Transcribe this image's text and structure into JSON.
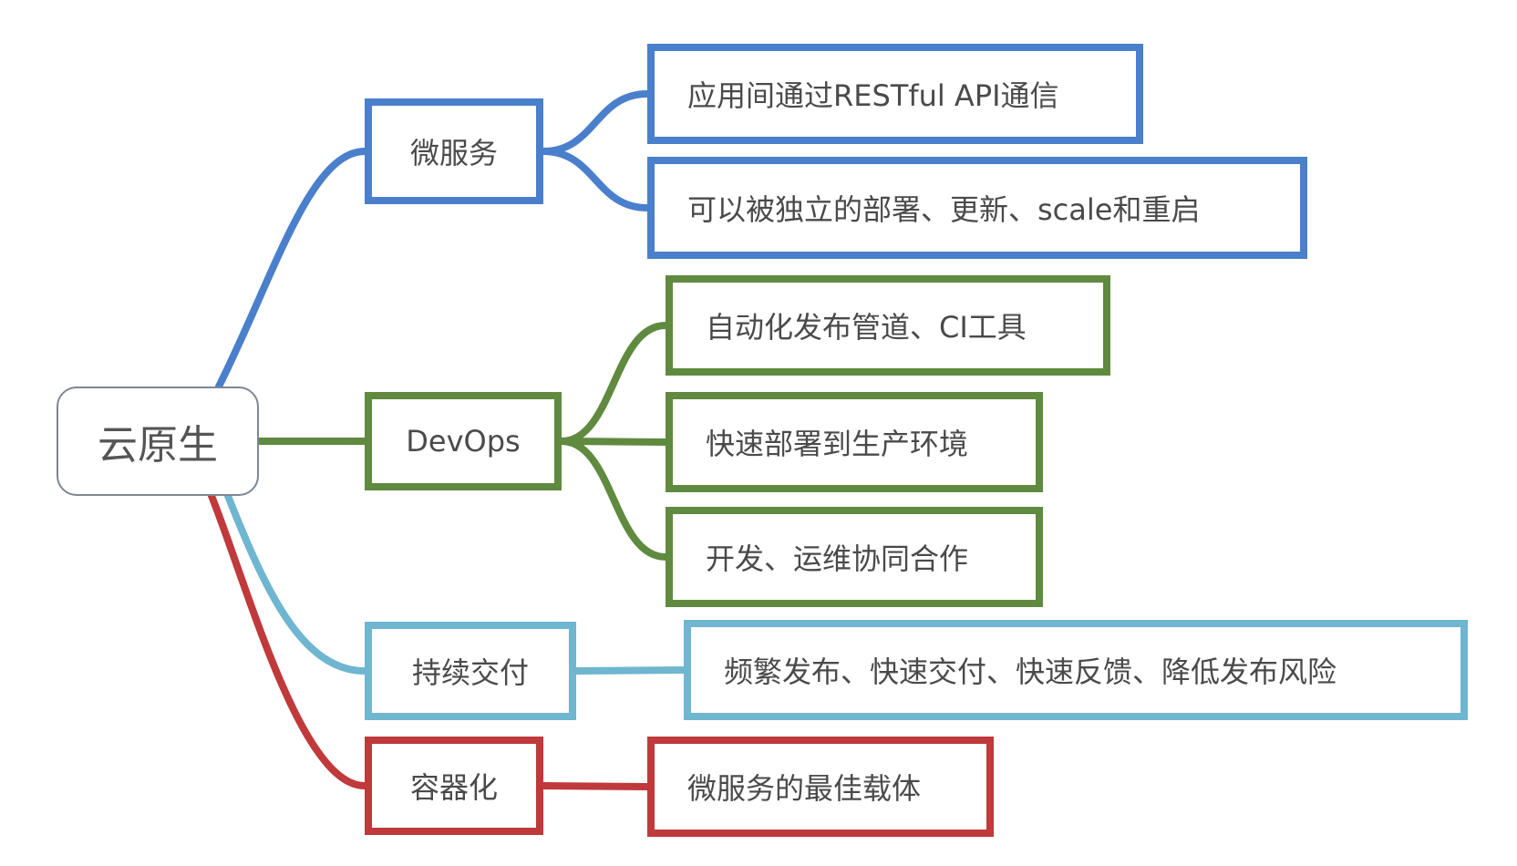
{
  "colors": {
    "root_border": "#7d8794",
    "microservices": "#4a7fcc",
    "devops": "#5f8a3f",
    "continuous_delivery": "#6fb6d0",
    "containerization": "#c0393b"
  },
  "root": {
    "label": "云原生"
  },
  "branches": [
    {
      "id": "micro",
      "label": "微服务",
      "color_key": "microservices",
      "leaves": [
        "应用间通过RESTful API通信",
        "可以被独立的部署、更新、scale和重启"
      ]
    },
    {
      "id": "devops",
      "label": "DevOps",
      "color_key": "devops",
      "leaves": [
        "自动化发布管道、CI工具",
        "快速部署到生产环境",
        "开发、运维协同合作"
      ]
    },
    {
      "id": "cd",
      "label": "持续交付",
      "color_key": "continuous_delivery",
      "leaves": [
        "频繁发布、快速交付、快速反馈、降低发布风险"
      ]
    },
    {
      "id": "cont",
      "label": "容器化",
      "color_key": "containerization",
      "leaves": [
        "微服务的最佳载体"
      ]
    }
  ]
}
